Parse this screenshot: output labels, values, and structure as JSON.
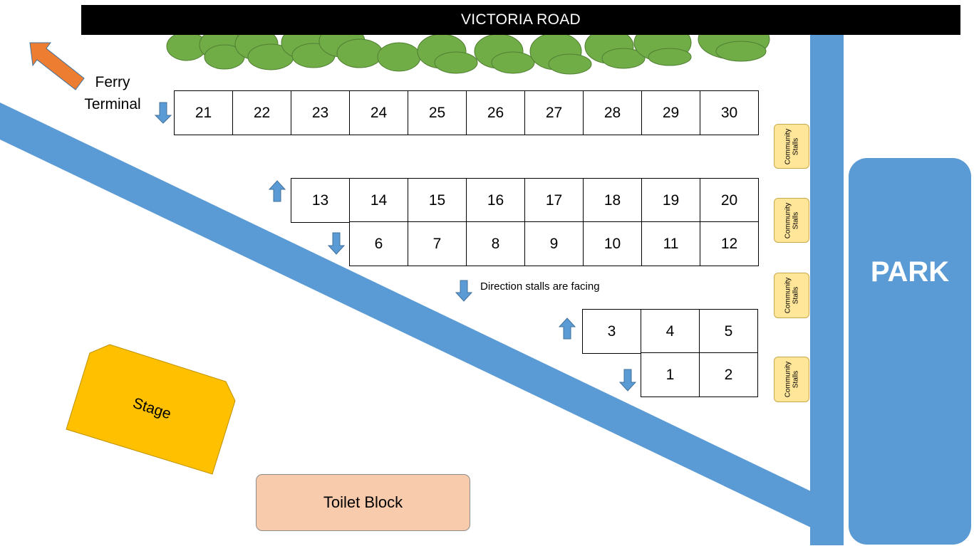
{
  "map": {
    "road_label": "VICTORIA ROAD",
    "park_label": "PARK",
    "ferry_label_line1": "Ferry",
    "ferry_label_line2": "Terminal",
    "stage_label": "Stage",
    "toilet_label": "Toilet Block",
    "legend_label": "Direction stalls are facing",
    "community_label": "Community\nStalls",
    "stall_numbers": {
      "row_a": [
        "21",
        "22",
        "23",
        "24",
        "25",
        "26",
        "27",
        "28",
        "29",
        "30"
      ],
      "row_b": [
        "13",
        "14",
        "15",
        "16",
        "17",
        "18",
        "19",
        "20"
      ],
      "row_c": [
        "6",
        "7",
        "8",
        "9",
        "10",
        "11",
        "12"
      ],
      "row_d": [
        "3",
        "4",
        "5"
      ],
      "row_e": [
        "1",
        "2"
      ]
    },
    "colors": {
      "path": "#5b9bd5",
      "trees": "#70ad47",
      "stage": "#ffc000",
      "toilet": "#f8cbad",
      "community": "#ffe699",
      "ferry_arrow": "#ed7d31",
      "road": "#000000"
    }
  }
}
